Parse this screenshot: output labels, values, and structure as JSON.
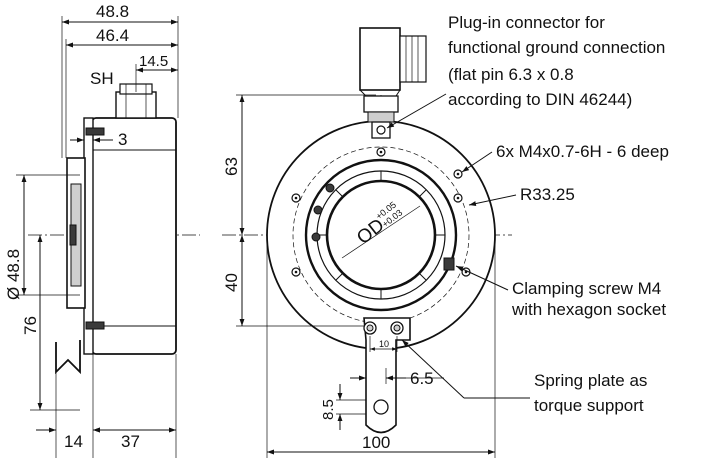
{
  "dimensions": {
    "d48_8_top": "48.8",
    "d46_4": "46.4",
    "d14_5": "14.5",
    "sh": "SH",
    "d3": "3",
    "d48_8_dia": "Ø 48.8",
    "d76": "76",
    "d14": "14",
    "d37": "37",
    "d63": "63",
    "d40": "40",
    "d6_5": "6.5",
    "d8_5": "8.5",
    "d10": "10",
    "d100": "100",
    "od_label": "OD",
    "tol_upper": "+0.05",
    "tol_lower": "+0.03"
  },
  "annotations": {
    "connector_line1": "Plug-in connector for",
    "connector_line2": "functional ground connection",
    "connector_line3": "(flat pin 6.3 x 0.8",
    "connector_line4": "according to DIN 46244)",
    "thread": "6x M4x0.7-6H - 6 deep",
    "radius": "R33.25",
    "clamp_line1": "Clamping screw M4",
    "clamp_line2": "with hexagon socket",
    "spring_line1": "Spring plate as",
    "spring_line2": "torque support"
  }
}
